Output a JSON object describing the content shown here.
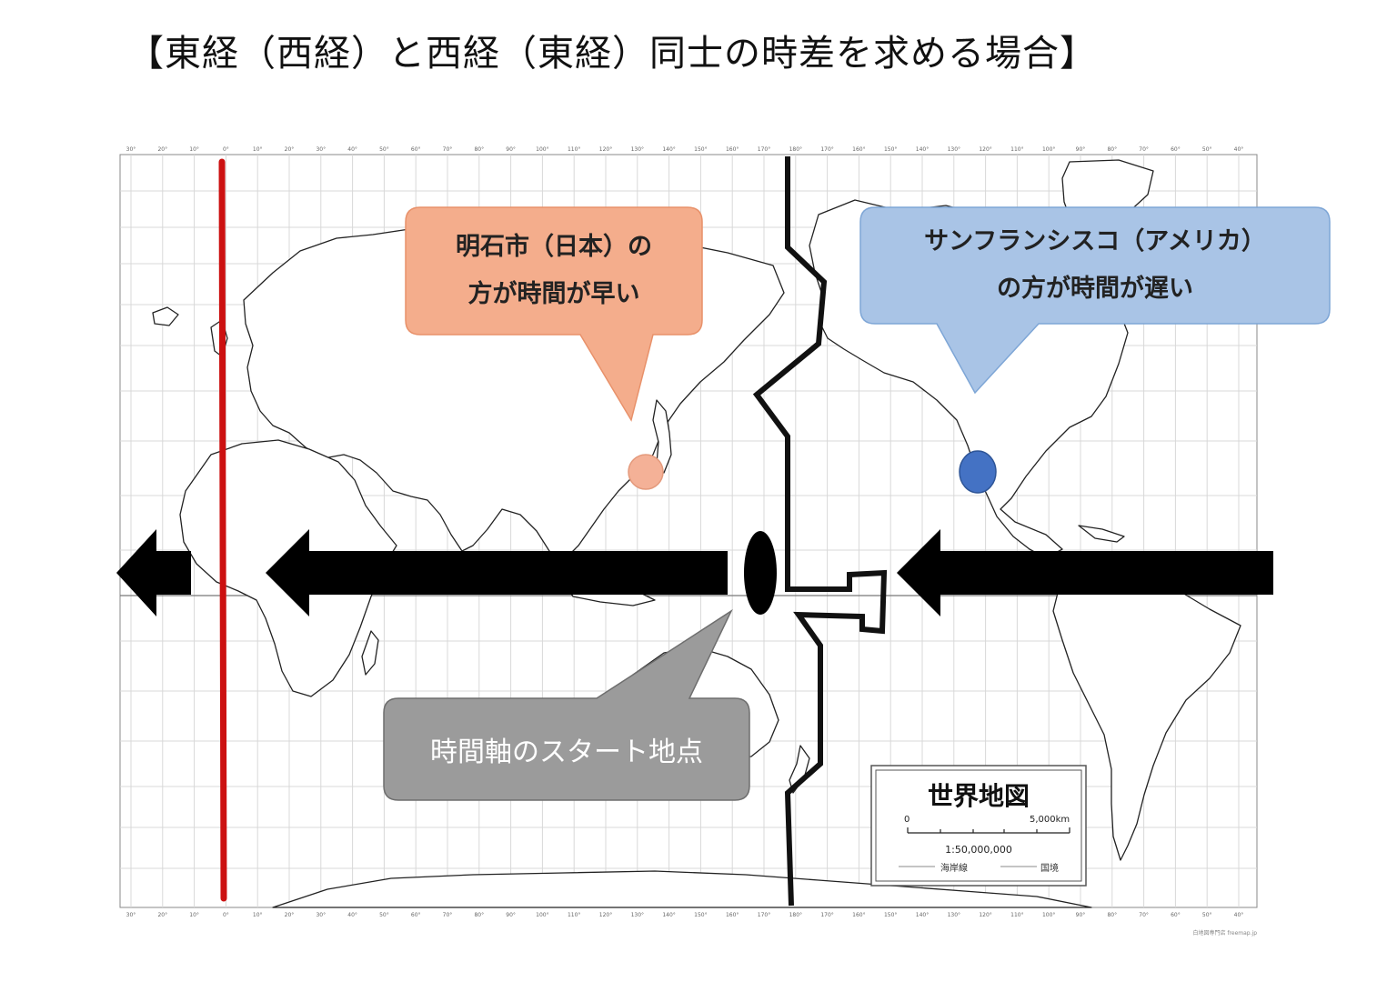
{
  "title": "【東経（西経）と西経（東経）同士の時差を求める場合】",
  "callouts": {
    "akashi": {
      "line1": "明石市（日本）の",
      "line2": "方が時間が早い",
      "fill": "#f4ad8c",
      "stroke": "#e8916a"
    },
    "sanfrancisco": {
      "line1": "サンフランシスコ（アメリカ）",
      "line2": "の方が時間が遅い",
      "fill": "#a9c4e6",
      "stroke": "#7ea6d6"
    },
    "start": {
      "text": "時間軸のスタート地点",
      "fill": "#9b9b9b",
      "stroke": "#6e6e6e"
    }
  },
  "markers": {
    "japan_dot_color": "#f4b197",
    "sf_dot_color": "#4472c4",
    "prime_meridian_color": "#cc1111",
    "date_line_color": "#111111",
    "arrow_color": "#000000"
  },
  "legend": {
    "title": "世界地図",
    "scale_zero": "0",
    "scale_max": "5,000km",
    "scale_ratio": "1:50,000,000",
    "coastline_label": "海岸線",
    "border_label": "国境"
  },
  "top_ticks": [
    "30°",
    "20°",
    "10°",
    "0°",
    "10°",
    "20°",
    "30°",
    "40°",
    "50°",
    "60°",
    "70°",
    "80°",
    "90°",
    "100°",
    "110°",
    "120°",
    "130°",
    "140°",
    "150°",
    "160°",
    "170°",
    "180°",
    "170°",
    "160°",
    "150°",
    "140°",
    "130°",
    "120°",
    "110°",
    "100°",
    "90°",
    "80°",
    "70°",
    "60°",
    "50°",
    "40°"
  ],
  "bottom_ticks": [
    "30°",
    "20°",
    "10°",
    "0°",
    "10°",
    "20°",
    "30°",
    "40°",
    "50°",
    "60°",
    "70°",
    "80°",
    "90°",
    "100°",
    "110°",
    "120°",
    "130°",
    "140°",
    "150°",
    "160°",
    "170°",
    "180°",
    "170°",
    "160°",
    "150°",
    "140°",
    "130°",
    "120°",
    "110°",
    "100°",
    "90°",
    "80°",
    "70°",
    "60°",
    "50°",
    "40°"
  ],
  "credit": "白地図専門店 freemap.jp"
}
